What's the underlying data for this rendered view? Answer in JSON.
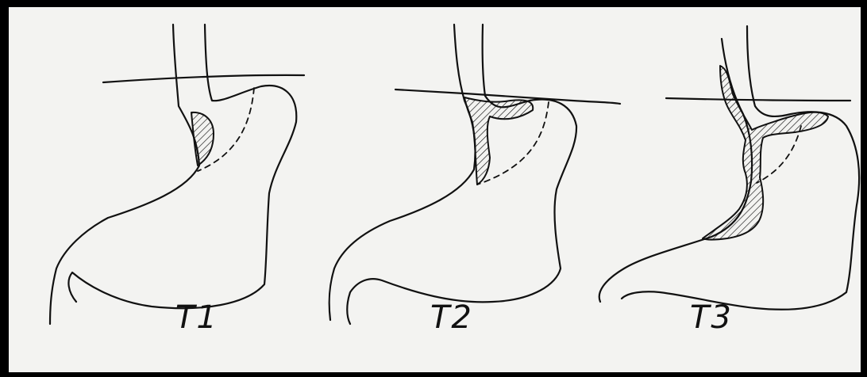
{
  "panels": [
    {
      "label": "T1"
    },
    {
      "label": "T2"
    },
    {
      "label": "T3"
    }
  ],
  "colors": {
    "background": "#000000",
    "paper": "#f3f3f1",
    "ink": "#111111"
  }
}
